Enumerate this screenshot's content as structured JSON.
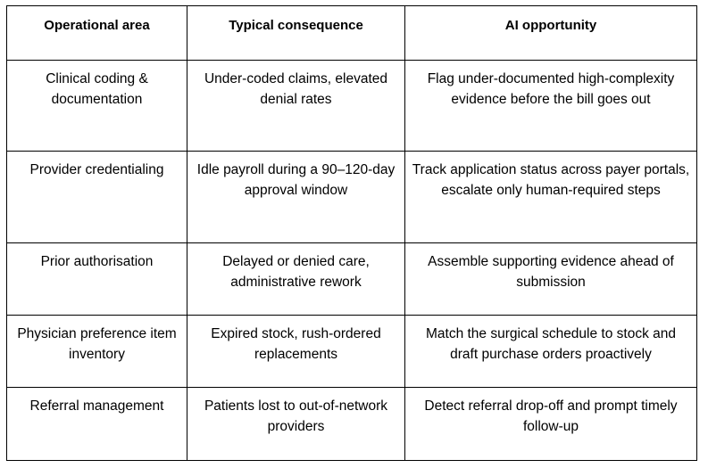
{
  "table": {
    "headers": [
      "Operational area",
      "Typical consequence",
      "AI opportunity"
    ],
    "rows": [
      {
        "area": "Clinical coding & documentation",
        "consequence": "Under-coded claims, elevated denial rates",
        "opportunity": "Flag under-documented high-complexity evidence before the bill goes out"
      },
      {
        "area": "Provider credentialing",
        "consequence": "Idle payroll during a 90–120-day approval window",
        "opportunity": "Track application status across payer portals, escalate only human-required steps"
      },
      {
        "area": "Prior authorisation",
        "consequence": "Delayed or denied care, administrative rework",
        "opportunity": "Assemble supporting evidence ahead of submission"
      },
      {
        "area": "Physician preference item inventory",
        "consequence": "Expired stock, rush-ordered replacements",
        "opportunity": "Match the surgical schedule to stock and draft purchase orders proactively"
      },
      {
        "area": "Referral management",
        "consequence": "Patients lost to out-of-network providers",
        "opportunity": "Detect referral drop-off and prompt timely follow-up"
      }
    ]
  }
}
